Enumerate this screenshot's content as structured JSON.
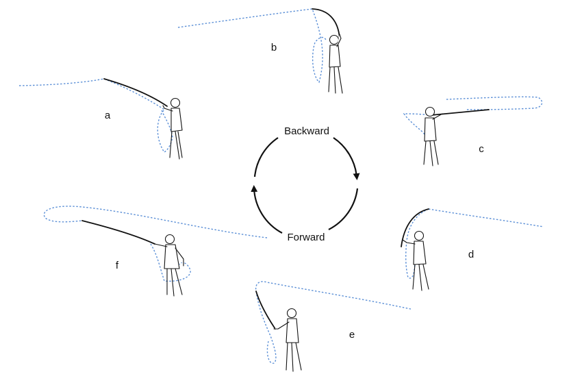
{
  "cycle": {
    "backward_label": "Backward",
    "forward_label": "Forward"
  },
  "positions": [
    {
      "id": "a",
      "label": "a"
    },
    {
      "id": "b",
      "label": "b"
    },
    {
      "id": "c",
      "label": "c"
    },
    {
      "id": "d",
      "label": "d"
    },
    {
      "id": "e",
      "label": "e"
    },
    {
      "id": "f",
      "label": "f"
    }
  ],
  "colors": {
    "fly_line": "#5b8fd6",
    "rod_and_figure": "#111111",
    "background": "#ffffff"
  }
}
